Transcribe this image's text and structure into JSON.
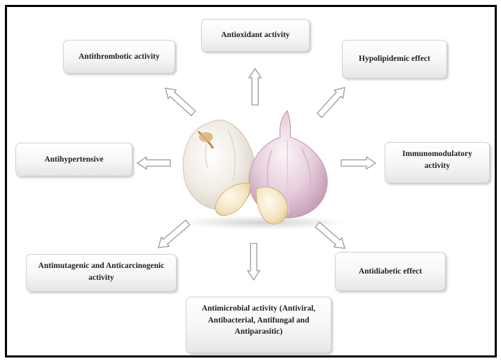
{
  "diagram": {
    "labels": {
      "antioxidant": "Antioxidant activity",
      "antithrombotic": "Antithrombotic activity",
      "hypolipidemic": "Hypolipidemic effect",
      "antihypertensive": "Antihypertensive",
      "immunomodulatory_line1": "Immunomodulatory",
      "immunomodulatory_line2": "activity",
      "antimutagenic_line1": "Antimutagenic and Anticarcinogenic",
      "antimutagenic_line2": "activity",
      "antidiabetic": "Antidiabetic effect",
      "antimicrobial_line1": "Antimicrobial activity (Antiviral,",
      "antimicrobial_line2": "Antibacterial, Antifungal and",
      "antimicrobial_line3": "Antiparasitic)"
    },
    "central_image": "garlic-bulbs-and-cloves",
    "colors": {
      "frame": "#000000",
      "box_fill": "#f6f6f6",
      "arrow_outline": "#9a9a9a",
      "garlic_white": "#f4efe6",
      "garlic_purple": "#d9b7cc",
      "clove_yellow": "#f3e6c6"
    }
  }
}
